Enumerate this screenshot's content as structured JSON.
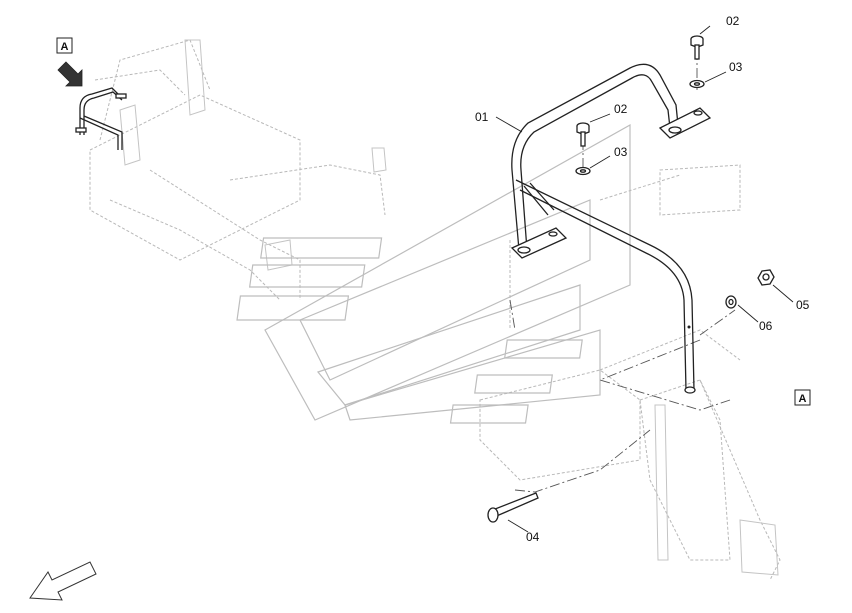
{
  "view_label": "A",
  "callouts": {
    "c01": "01",
    "c02a": "02",
    "c03a": "03",
    "c02b": "02",
    "c03b": "03",
    "c04": "04",
    "c05": "05",
    "c06": "06"
  }
}
